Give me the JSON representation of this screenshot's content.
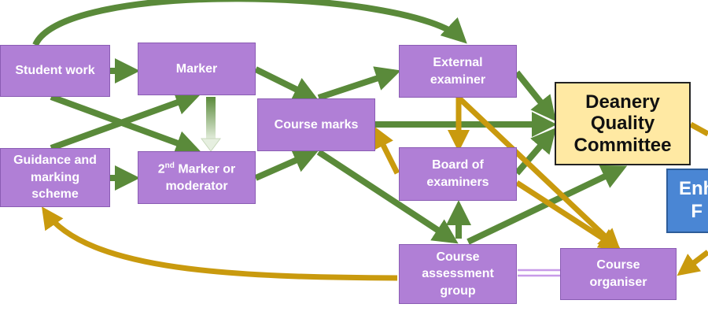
{
  "boxes": {
    "student_work": "Student work",
    "marker": "Marker",
    "guidance": "Guidance and\nmarking\nscheme",
    "second_marker_sup": "nd",
    "second_marker_pre": "2",
    "second_marker_line1": " Marker or",
    "second_marker_line2": "moderator",
    "course_marks": "Course marks",
    "external_examiner": "External\nexaminer",
    "board_of_examiners": "Board of\nexaminers",
    "deanery_quality_committee": "Deanery\nQuality\nCommittee",
    "enhancement_partial": "Enh\n   F",
    "course_assessment_group": "Course\nassessment\ngroup",
    "course_organiser": "Course\norganiser"
  },
  "colors": {
    "green": "#5a8a3a",
    "gold": "#c99a0e",
    "purple_box": "#b07fd6",
    "yellow_box": "#ffe9a3",
    "blue_box": "#4a86d4"
  }
}
